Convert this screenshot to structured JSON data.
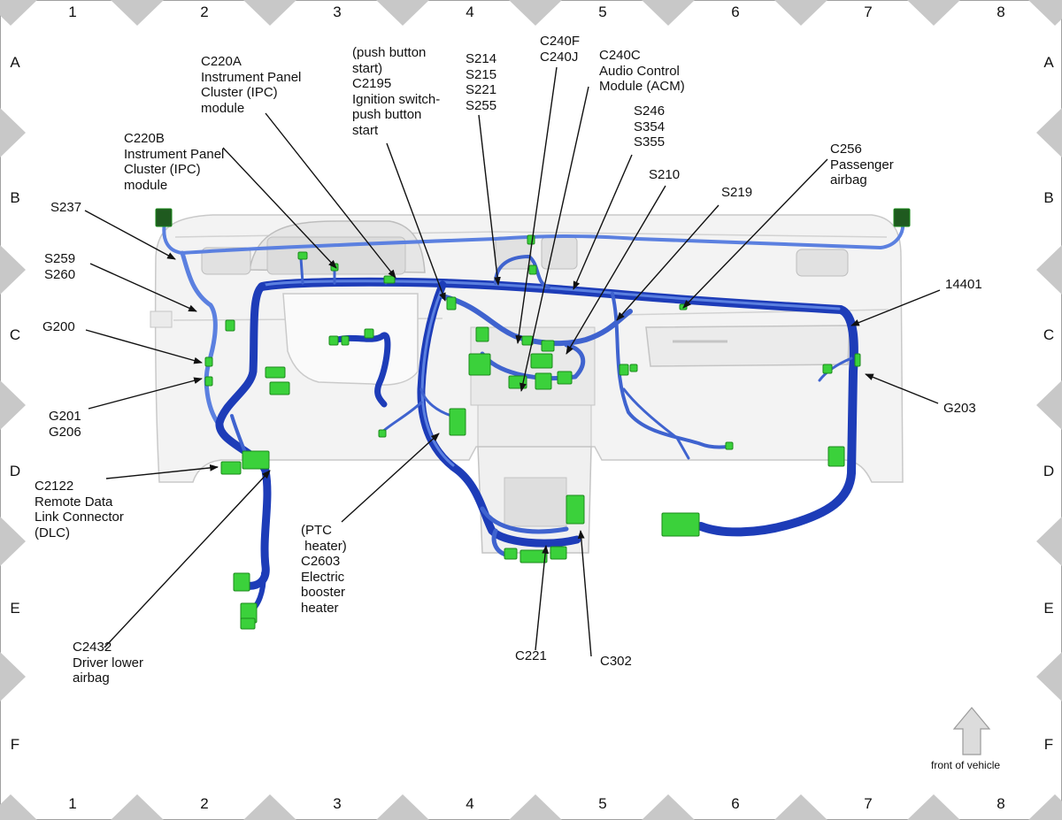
{
  "grid": {
    "columns": [
      "1",
      "2",
      "3",
      "4",
      "5",
      "6",
      "7",
      "8"
    ],
    "rows": [
      "A",
      "B",
      "C",
      "D",
      "E",
      "F"
    ]
  },
  "labels": {
    "c220a": "C220A\nInstrument Panel\nCluster (IPC)\nmodule",
    "c2195": "(push button\nstart)\nC2195\nIgnition switch-\npush button\nstart",
    "s214": "S214\nS215\nS221\nS255",
    "c240f": "C240F\nC240J",
    "c240c": "C240C\nAudio Control\nModule (ACM)",
    "s246": "S246\nS354\nS355",
    "c220b": "C220B\nInstrument Panel\nCluster (IPC)\nmodule",
    "s210": "S210",
    "c256": "C256\nPassenger\nairbag",
    "s219": "S219",
    "s237": "S237",
    "s259": "S259\nS260",
    "h14401": "14401",
    "g200": "G200",
    "g203": "G203",
    "g201": "G201\nG206",
    "c2122": "C2122\nRemote Data\nLink Connector\n(DLC)",
    "c2603": "(PTC\n heater)\nC2603\nElectric\nbooster\nheater",
    "c2432": "C2432\nDriver lower\nairbag",
    "c221": "C221",
    "c302": "C302"
  },
  "orientation": {
    "label": "front of vehicle",
    "icon": "up-arrow-icon"
  },
  "colors": {
    "harness_dark": "#1d3cb8",
    "harness_mid": "#3f63cf",
    "harness_light": "#5b80e0",
    "connector": "#3bd13b",
    "connector_dark": "#1f5a1f",
    "connector_edge": "#1b8a1b",
    "grid_marker": "#c8c8c8"
  }
}
